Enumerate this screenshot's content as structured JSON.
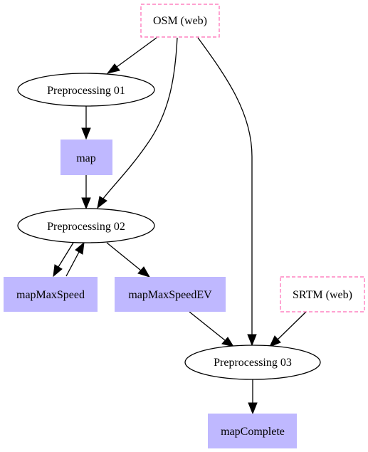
{
  "colors": {
    "source_border": "#ff69b4",
    "data_fill": "#bfb8ff",
    "edge": "#000000"
  },
  "nodes": {
    "osm": {
      "label": "OSM (web)"
    },
    "srtm": {
      "label": "SRTM (web)"
    },
    "pre01": {
      "label": "Preprocessing 01"
    },
    "pre02": {
      "label": "Preprocessing 02"
    },
    "pre03": {
      "label": "Preprocessing 03"
    },
    "map": {
      "label": "map"
    },
    "mapMaxSpeed": {
      "label": "mapMaxSpeed"
    },
    "mapMaxSpeedEV": {
      "label": "mapMaxSpeedEV"
    },
    "mapComplete": {
      "label": "mapComplete"
    }
  }
}
